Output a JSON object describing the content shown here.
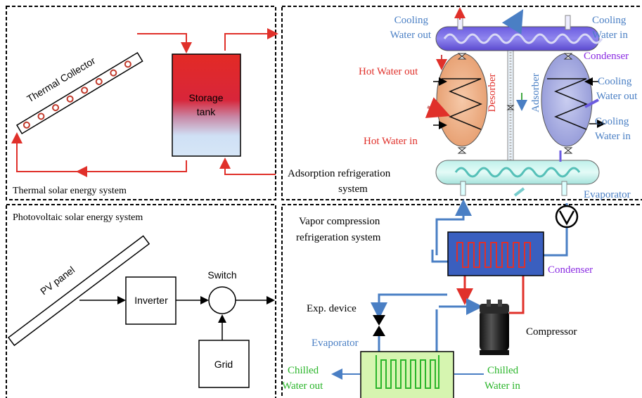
{
  "thermal": {
    "collector_label": "Thermal Collector",
    "tank_label_1": "Storage",
    "tank_label_2": "tank",
    "section_label": "Thermal solar energy system"
  },
  "adsorption": {
    "cooling_water_out_1": "Cooling",
    "cooling_water_out_2": "Water out",
    "cooling_water_in_1": "Cooling",
    "cooling_water_in_2": "Water in",
    "condenser": "Condenser",
    "hot_water_out": "Hot Water out",
    "hot_water_in": "Hot Water in",
    "desorber": "Desorber",
    "adsorber": "Adsorber",
    "adsorber_cooling_out_1": "Cooling",
    "adsorber_cooling_out_2": "Water out",
    "adsorber_cooling_in_1": "Cooling",
    "adsorber_cooling_in_2": "Water in",
    "evaporator": "Evaporator",
    "system_label_1": "Adsorption refrigeration",
    "system_label_2": "system"
  },
  "pv": {
    "section_label": "Photovoltaic solar energy system",
    "panel_label": "PV panel",
    "inverter_label": "Inverter",
    "switch_label": "Switch",
    "grid_label": "Grid"
  },
  "vapor": {
    "system_label_1": "Vapor compression",
    "system_label_2": "refrigeration system",
    "condenser": "Condenser",
    "exp_device": "Exp. device",
    "compressor": "Compressor",
    "evaporator": "Evaporator",
    "chilled_out_1": "Chilled",
    "chilled_out_2": "Water out",
    "chilled_in_1": "Chilled",
    "chilled_in_2": "Water in"
  },
  "colors": {
    "hot_line": "#e0302a",
    "cold_line": "#4a7fc4",
    "label_blue": "#4a7fc4",
    "label_red": "#e0302a",
    "label_purple": "#8a2be2",
    "label_green": "#2ab52a"
  }
}
